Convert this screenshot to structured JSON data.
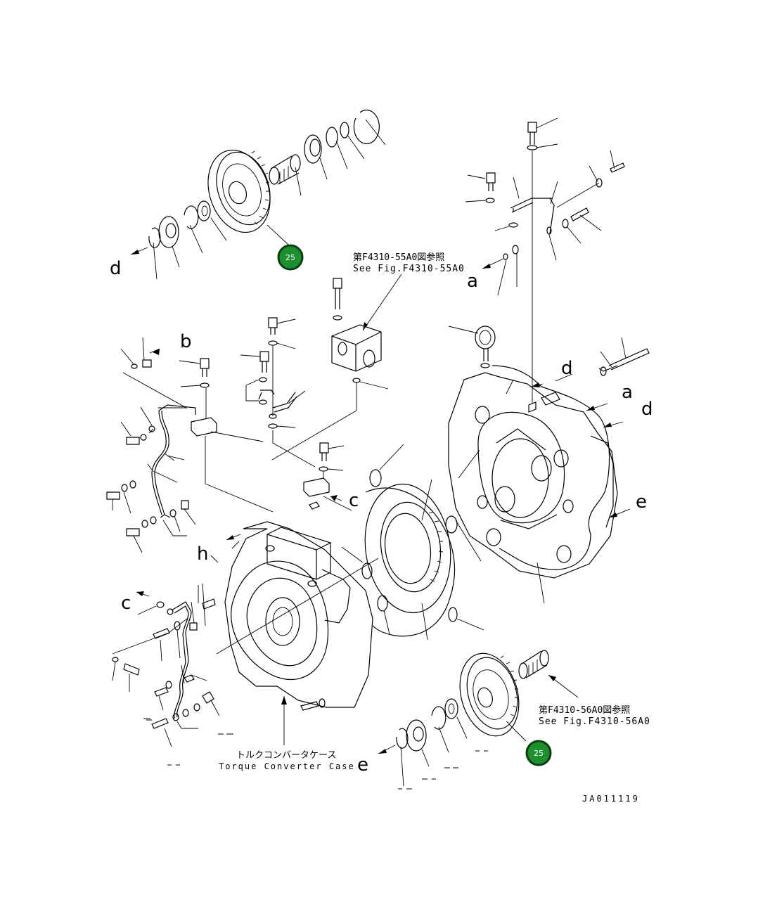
{
  "callouts": [
    {
      "number": "25",
      "color": "#1e8f2e"
    },
    {
      "number": "25",
      "color": "#1e8f2e"
    }
  ],
  "references": {
    "fig55_ja": "第F4310-55A0図参照",
    "fig55_en": "See Fig.F4310-55A0",
    "fig56_ja": "第F4310-56A0図参照",
    "fig56_en": "See Fig.F4310-56A0"
  },
  "case_label": {
    "ja": "トルクコンバータケース",
    "en": "Torque Converter Case"
  },
  "letters": {
    "d_top": "d",
    "a_top": "a",
    "b": "b",
    "d_right": "d",
    "a_right": "a",
    "d_right2": "d",
    "c_mid": "c",
    "e_right": "e",
    "h": "h",
    "c_left": "c",
    "e_bottom": "e"
  },
  "drawing_id": "JA011119"
}
